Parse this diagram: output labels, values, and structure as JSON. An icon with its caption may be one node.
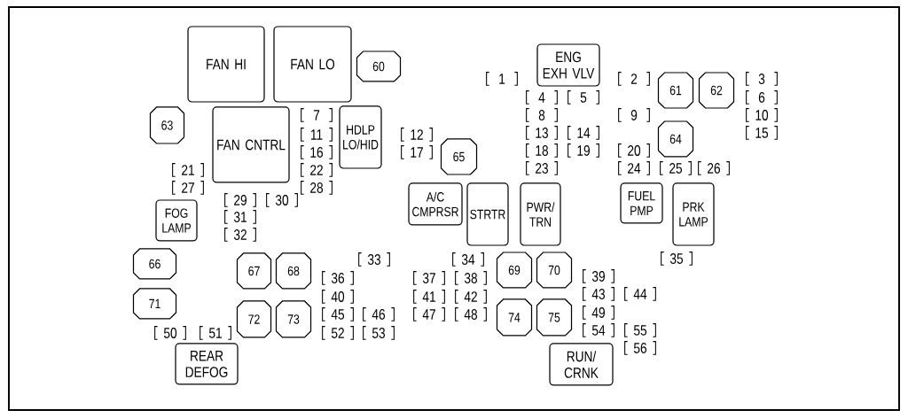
{
  "diagram": {
    "nodes": [
      {
        "text": [
          "FAN HI"
        ]
      },
      {
        "text": [
          "FAN LO"
        ]
      },
      {
        "text": [
          "60"
        ]
      },
      {
        "text": [
          "ENG EXH VLV"
        ]
      },
      {
        "text": [
          "1"
        ]
      },
      {
        "text": [
          "2"
        ]
      },
      {
        "text": [
          "61"
        ]
      },
      {
        "text": [
          "62"
        ]
      },
      {
        "text": [
          "3"
        ]
      },
      {
        "text": [
          "4"
        ]
      },
      {
        "text": [
          "5"
        ]
      },
      {
        "text": [
          "6"
        ]
      },
      {
        "text": [
          "63"
        ]
      },
      {
        "text": [
          "FAN CNTRL"
        ]
      },
      {
        "text": [
          "7"
        ]
      },
      {
        "text": [
          "HDLP LO/HID"
        ]
      },
      {
        "text": [
          "8"
        ]
      },
      {
        "text": [
          "9"
        ]
      },
      {
        "text": [
          "10"
        ]
      },
      {
        "text": [
          "11"
        ]
      },
      {
        "text": [
          "12"
        ]
      },
      {
        "text": [
          "13"
        ]
      },
      {
        "text": [
          "14"
        ]
      },
      {
        "text": [
          "15"
        ]
      },
      {
        "text": [
          "64"
        ]
      },
      {
        "text": [
          "16"
        ]
      },
      {
        "text": [
          "17"
        ]
      },
      {
        "text": [
          "18"
        ]
      },
      {
        "text": [
          "19"
        ]
      },
      {
        "text": [
          "20"
        ]
      },
      {
        "text": [
          "65"
        ]
      },
      {
        "text": [
          "21"
        ]
      },
      {
        "text": [
          "22"
        ]
      },
      {
        "text": [
          "23"
        ]
      },
      {
        "text": [
          "24"
        ]
      },
      {
        "text": [
          "25"
        ]
      },
      {
        "text": [
          "26"
        ]
      },
      {
        "text": [
          "27"
        ]
      },
      {
        "text": [
          "28"
        ]
      },
      {
        "text": [
          "29"
        ]
      },
      {
        "text": [
          "30"
        ]
      },
      {
        "text": [
          "A/C CMPRSR"
        ]
      },
      {
        "text": [
          "STRTR"
        ]
      },
      {
        "text": [
          "PWR/ TRN"
        ]
      },
      {
        "text": [
          "FUEL PMP"
        ]
      },
      {
        "text": [
          "PRK LAMP"
        ]
      },
      {
        "text": [
          "FOG LAMP"
        ]
      },
      {
        "text": [
          "31"
        ]
      },
      {
        "text": [
          "32"
        ]
      },
      {
        "text": [
          "66"
        ]
      },
      {
        "text": [
          "33"
        ]
      },
      {
        "text": [
          "34"
        ]
      },
      {
        "text": [
          "35"
        ]
      },
      {
        "text": [
          "67"
        ]
      },
      {
        "text": [
          "68"
        ]
      },
      {
        "text": [
          "69"
        ]
      },
      {
        "text": [
          "70"
        ]
      },
      {
        "text": [
          "36"
        ]
      },
      {
        "text": [
          "37"
        ]
      },
      {
        "text": [
          "38"
        ]
      },
      {
        "text": [
          "39"
        ]
      },
      {
        "text": [
          "40"
        ]
      },
      {
        "text": [
          "41"
        ]
      },
      {
        "text": [
          "42"
        ]
      },
      {
        "text": [
          "43"
        ]
      },
      {
        "text": [
          "44"
        ]
      },
      {
        "text": [
          "71"
        ]
      },
      {
        "text": [
          "72"
        ]
      },
      {
        "text": [
          "73"
        ]
      },
      {
        "text": [
          "74"
        ]
      },
      {
        "text": [
          "75"
        ]
      },
      {
        "text": [
          "45"
        ]
      },
      {
        "text": [
          "46"
        ]
      },
      {
        "text": [
          "47"
        ]
      },
      {
        "text": [
          "48"
        ]
      },
      {
        "text": [
          "49"
        ]
      },
      {
        "text": [
          "50"
        ]
      },
      {
        "text": [
          "51"
        ]
      },
      {
        "text": [
          "52"
        ]
      },
      {
        "text": [
          "53"
        ]
      },
      {
        "text": [
          "54"
        ]
      },
      {
        "text": [
          "55"
        ]
      },
      {
        "text": [
          "56"
        ]
      },
      {
        "text": [
          "REAR DEFOG"
        ]
      },
      {
        "text": [
          "RUN/ CRNK"
        ]
      }
    ]
  }
}
